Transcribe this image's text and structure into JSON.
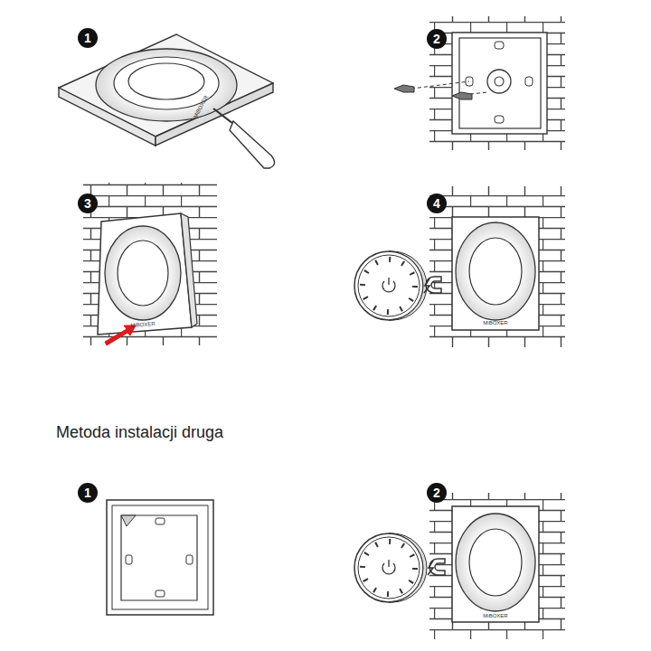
{
  "diagram": {
    "labels": [
      "1",
      "MiBOXER",
      "2",
      "3",
      "MiBOXER",
      "4",
      "MiBOXER",
      "Metoda instalacji druga",
      "1",
      "2",
      "MiBOXER"
    ]
  }
}
